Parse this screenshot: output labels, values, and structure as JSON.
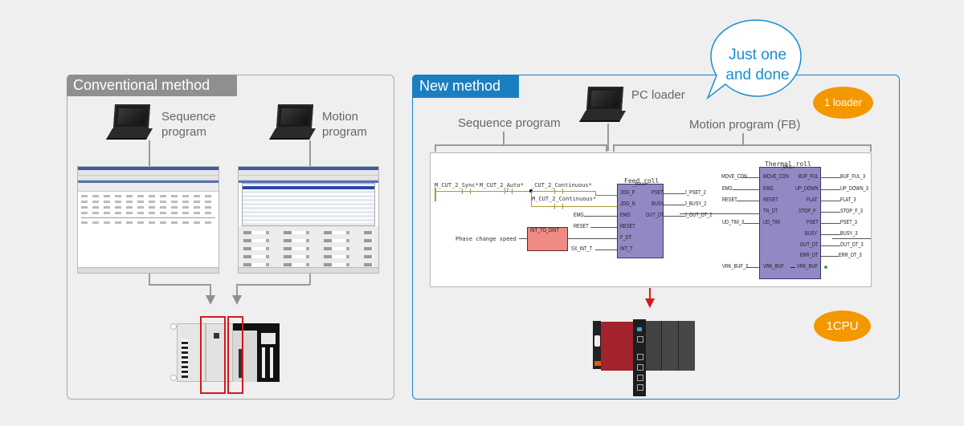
{
  "conventional": {
    "title": "Conventional method",
    "sequence_label_line1": "Sequence",
    "sequence_label_line2": "program",
    "motion_label_line1": "Motion",
    "motion_label_line2": "program"
  },
  "new_method": {
    "title": "New method",
    "pc_loader_label": "PC loader",
    "sequence_label": "Sequence program",
    "motion_label": "Motion program (FB)",
    "bubble_line1": "Just one",
    "bubble_line2": "and done",
    "badge_loader": "1 loader",
    "badge_cpu": "1CPU"
  },
  "ladder": {
    "contact1": "M_CUT_2_Sync*",
    "contact2": "M_CUT_2_Auto*",
    "contact3": "_CUT_2_Continuous*",
    "contact4": "M_CUT_2_Continuous*",
    "phase_label": "Phase change speed",
    "convert_block": "INT_TO_DINT",
    "feed_roll": {
      "title": "Feed roll",
      "type": "_MJUUF",
      "inputs": [
        "JOG_P",
        "JOG_N",
        "EMG",
        "RESET",
        "F_DT",
        "INT_T"
      ],
      "outputs": [
        "PSET",
        "BUSY",
        "OUT_DT"
      ],
      "in_vars": [
        "EMG",
        "RESET",
        "SX_INT_T"
      ],
      "out_vars": [
        "J_PSET_2",
        "J_BUSY_2",
        "J_OUT_DT_2"
      ]
    },
    "thermal_roll": {
      "title": "Thermal roll",
      "type": "_MFLLT",
      "inputs": [
        "MOVE_CON",
        "EMG",
        "RESET",
        "TN_DT",
        "UD_TIM",
        "VRK_BUF"
      ],
      "outputs": [
        "BUF_FUL",
        "UP_DOWN",
        "FLAT",
        "STOP_F",
        "PSET",
        "BUSY",
        "OUT_DT",
        "ERR_DT",
        "VRK_BUF"
      ],
      "in_vars": [
        "MOVE_CON",
        "EMG",
        "RESET",
        "UD_TIM_3",
        "VRK_BUF_3"
      ],
      "out_vars": [
        "BUF_FUL_3",
        "UP_DOWN_3",
        "FLAT_3",
        "STOP_F_3",
        "PSET_3",
        "BUSY_3",
        "OUT_DT_3",
        "ERR_DT_3"
      ]
    }
  }
}
